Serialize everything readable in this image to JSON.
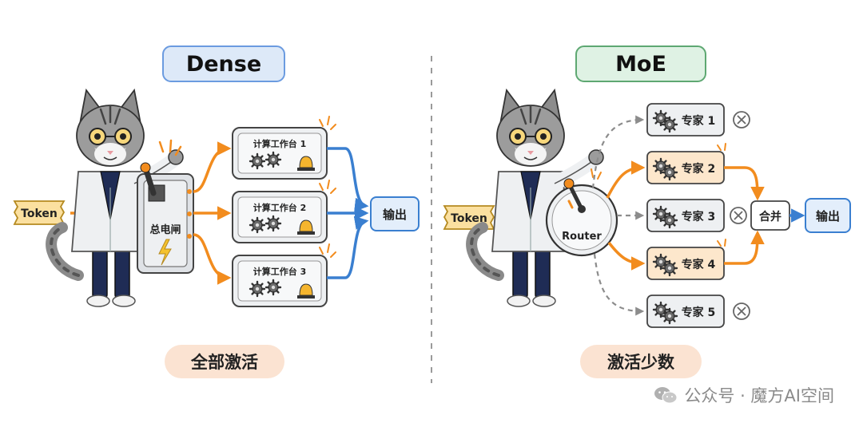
{
  "dense": {
    "title": "Dense",
    "token_label": "Token",
    "switch_label": "总电闸",
    "workbenches": [
      "计算工作台 1",
      "计算工作台 2",
      "计算工作台 3"
    ],
    "output_label": "输出",
    "caption": "全部激活"
  },
  "moe": {
    "title": "MoE",
    "token_label": "Token",
    "router_label": "Router",
    "experts": [
      {
        "label": "专家 1",
        "active": false
      },
      {
        "label": "专家 2",
        "active": true
      },
      {
        "label": "专家 3",
        "active": false
      },
      {
        "label": "专家 4",
        "active": true
      },
      {
        "label": "专家 5",
        "active": false
      }
    ],
    "merge_label": "合并",
    "output_label": "输出",
    "caption": "激活少数"
  },
  "footer": {
    "text": "公众号 · 魔方AI空间"
  },
  "colors": {
    "orange": "#f28c1e",
    "blue": "#3a7fd0",
    "dense_title_bg": "#dde9f8",
    "dense_title_border": "#6b9be0",
    "moe_title_bg": "#dff2e4",
    "moe_title_border": "#5ea872",
    "caption_bg": "#fbe3d2",
    "token_bg": "#fbe0a0",
    "active_expert_bg": "#fde7cc",
    "grey_line": "#8c8c8c"
  },
  "icons": [
    "cat-engineer",
    "gear-icon",
    "alarm-light-icon",
    "lightning-icon",
    "lever-icon",
    "cross-icon",
    "wechat-icon"
  ]
}
